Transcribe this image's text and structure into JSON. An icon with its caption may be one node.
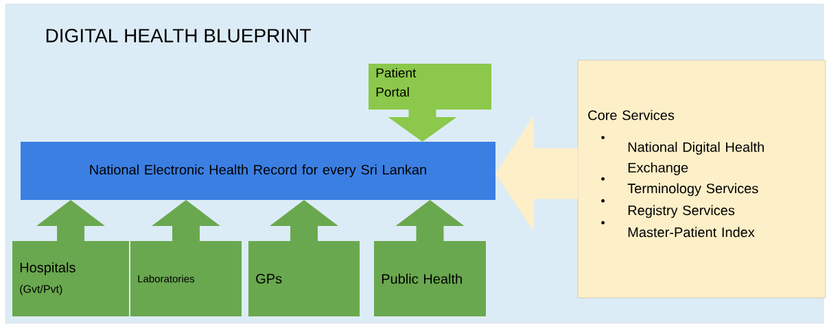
{
  "diagram": {
    "title": "DIGITAL HEALTH BLUEPRINT",
    "nodes": [
      {
        "text": [
          "Patient Portal"
        ]
      },
      {
        "text": [
          "National Electronic Health Record for every Sri Lankan"
        ]
      },
      {
        "text": [
          "Hospitals",
          "(Gvt/Pvt)"
        ]
      },
      {
        "text": [
          "Laboratories"
        ]
      },
      {
        "text": [
          "GPs"
        ]
      },
      {
        "text": [
          "Public Health"
        ]
      },
      {
        "text": [
          "Core Services",
          "National Digital Health Exchange",
          "Terminology Services",
          "Registry Services",
          "Master-Patient Index"
        ]
      }
    ],
    "edges": [
      {
        "from": 0,
        "to": 1,
        "arrow": "to",
        "color": "#8cc84b"
      },
      {
        "from": 2,
        "to": 1,
        "arrow": "to"
      },
      {
        "from": 3,
        "to": 1,
        "arrow": "to"
      },
      {
        "from": 4,
        "to": 1,
        "arrow": "to"
      },
      {
        "from": 5,
        "to": 1,
        "arrow": "to"
      },
      {
        "from": 6,
        "to": 1,
        "arrow": "to",
        "color": "#fdefc8"
      }
    ]
  }
}
